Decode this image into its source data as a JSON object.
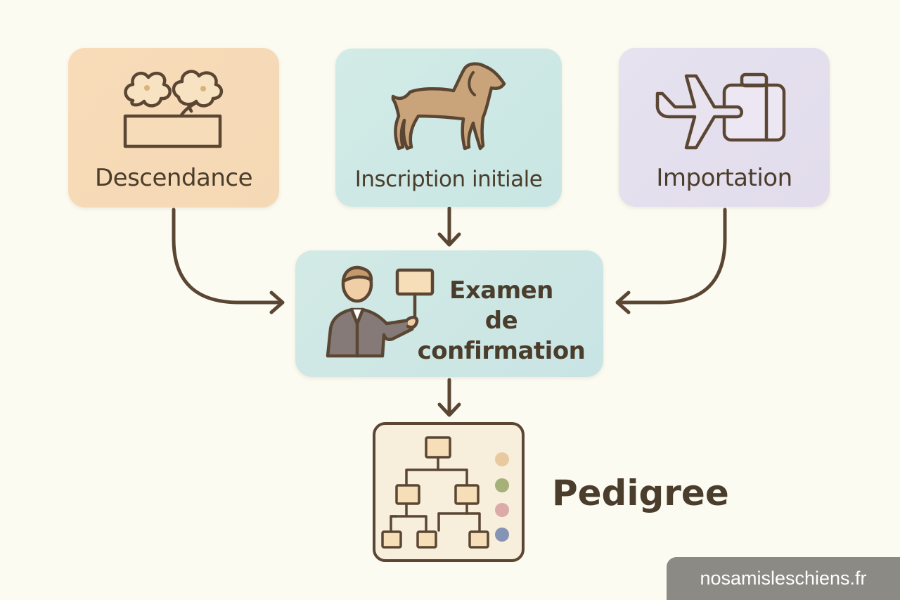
{
  "nodes": {
    "descendance": {
      "label": "Descendance",
      "icon": "flowers-planter-icon"
    },
    "inscription": {
      "label": "Inscription initiale",
      "icon": "dog-icon"
    },
    "importation": {
      "label": "Importation",
      "icon": "airplane-luggage-icon"
    },
    "examen": {
      "line1": "Examen",
      "line2": "de",
      "line3": "confirmation",
      "icon": "judge-with-sign-icon"
    },
    "pedigree": {
      "label": "Pedigree",
      "icon": "family-tree-icon"
    }
  },
  "watermark": "nosamisleschiens.fr",
  "colors": {
    "background": "#fcfbf1",
    "descendance": "#f8dcb8",
    "inscription": "#d2ebe6",
    "importation": "#e6e2ef",
    "examen": "#d3eae5",
    "stroke": "#5a4633",
    "dot_colors": [
      "#e8c9a0",
      "#a5b07a",
      "#dcaaa8",
      "#8593b5"
    ]
  }
}
